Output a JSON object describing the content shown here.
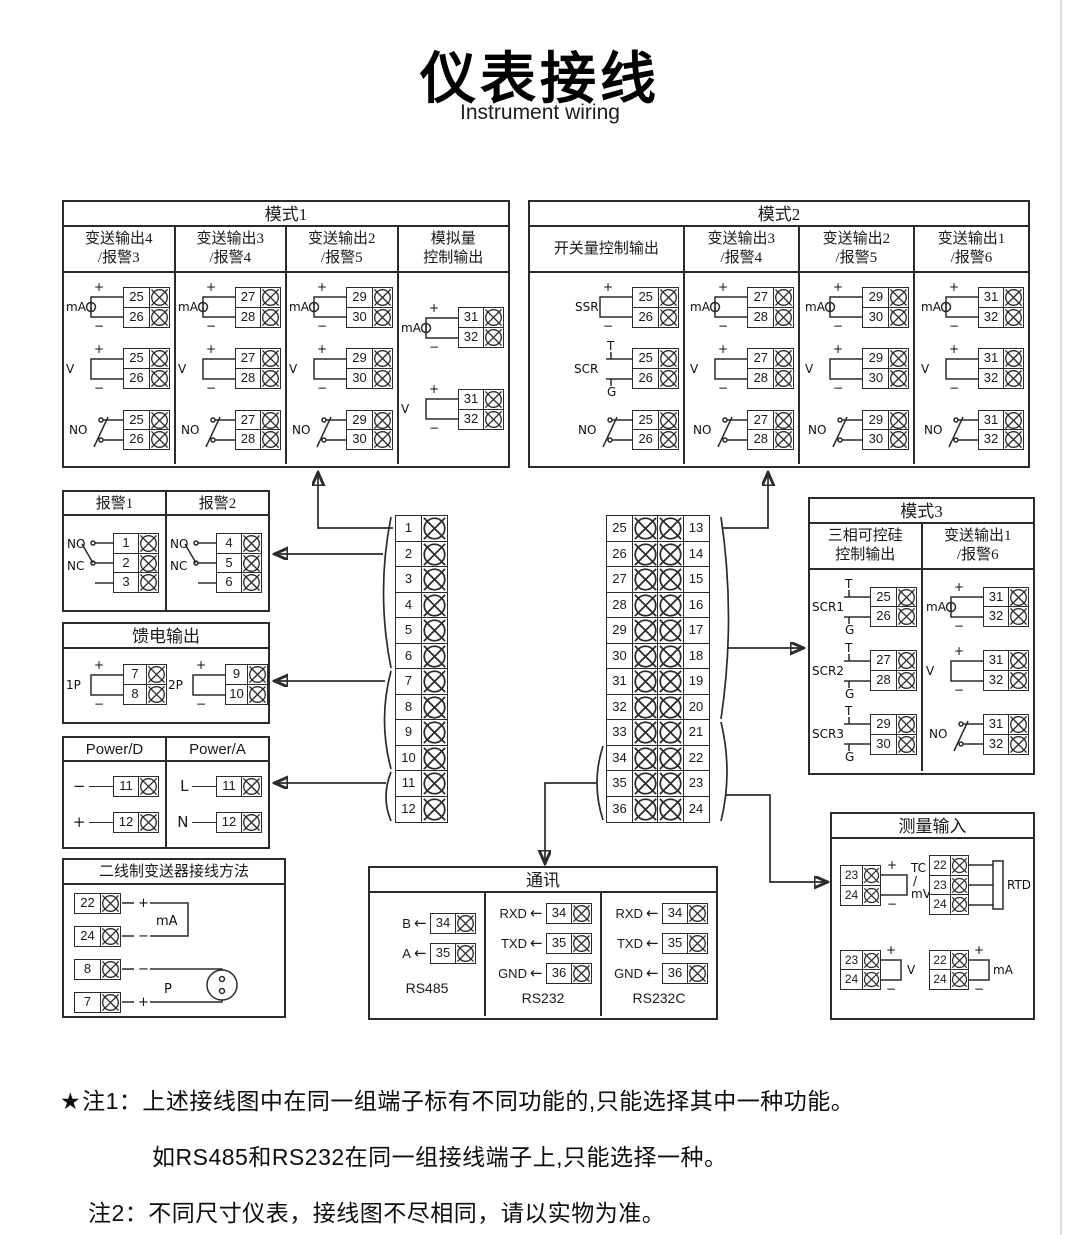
{
  "page": {
    "title": "仪表接线",
    "subtitle": "Instrument wiring"
  },
  "glyphs": {
    "plus": "+",
    "minus": "−",
    "scr_t": "T",
    "scr_g": "G",
    "arrow_left": "←",
    "star": "★"
  },
  "mode1": {
    "title": "模式1",
    "columns": [
      {
        "header": "变送输出4\n/报警3",
        "groups": [
          {
            "type": "mA",
            "label": "mA",
            "terminals": [
              "25",
              "26"
            ]
          },
          {
            "type": "V",
            "label": "V",
            "terminals": [
              "25",
              "26"
            ]
          },
          {
            "type": "NO",
            "label": "NO",
            "terminals": [
              "25",
              "26"
            ]
          }
        ]
      },
      {
        "header": "变送输出3\n/报警4",
        "groups": [
          {
            "type": "mA",
            "label": "mA",
            "terminals": [
              "27",
              "28"
            ]
          },
          {
            "type": "V",
            "label": "V",
            "terminals": [
              "27",
              "28"
            ]
          },
          {
            "type": "NO",
            "label": "NO",
            "terminals": [
              "27",
              "28"
            ]
          }
        ]
      },
      {
        "header": "变送输出2\n/报警5",
        "groups": [
          {
            "type": "mA",
            "label": "mA",
            "terminals": [
              "29",
              "30"
            ]
          },
          {
            "type": "V",
            "label": "V",
            "terminals": [
              "29",
              "30"
            ]
          },
          {
            "type": "NO",
            "label": "NO",
            "terminals": [
              "29",
              "30"
            ]
          }
        ]
      },
      {
        "header": "模拟量\n控制输出",
        "groups": [
          {
            "type": "mA",
            "label": "mA",
            "terminals": [
              "31",
              "32"
            ]
          },
          {
            "type": "V",
            "label": "V",
            "terminals": [
              "31",
              "32"
            ]
          }
        ]
      }
    ]
  },
  "mode2": {
    "title": "模式2",
    "columns": [
      {
        "header": "开关量控制输出",
        "groups": [
          {
            "type": "SSR",
            "label": "SSR",
            "terminals": [
              "25",
              "26"
            ]
          },
          {
            "type": "SCR",
            "label": "SCR",
            "terminals": [
              "25",
              "26"
            ]
          },
          {
            "type": "NO",
            "label": "NO",
            "terminals": [
              "25",
              "26"
            ]
          }
        ]
      },
      {
        "header": "变送输出3\n/报警4",
        "groups": [
          {
            "type": "mA",
            "label": "mA",
            "terminals": [
              "27",
              "28"
            ]
          },
          {
            "type": "V",
            "label": "V",
            "terminals": [
              "27",
              "28"
            ]
          },
          {
            "type": "NO",
            "label": "NO",
            "terminals": [
              "27",
              "28"
            ]
          }
        ]
      },
      {
        "header": "变送输出2\n/报警5",
        "groups": [
          {
            "type": "mA",
            "label": "mA",
            "terminals": [
              "29",
              "30"
            ]
          },
          {
            "type": "V",
            "label": "V",
            "terminals": [
              "29",
              "30"
            ]
          },
          {
            "type": "NO",
            "label": "NO",
            "terminals": [
              "29",
              "30"
            ]
          }
        ]
      },
      {
        "header": "变送输出1\n/报警6",
        "groups": [
          {
            "type": "mA",
            "label": "mA",
            "terminals": [
              "31",
              "32"
            ]
          },
          {
            "type": "V",
            "label": "V",
            "terminals": [
              "31",
              "32"
            ]
          },
          {
            "type": "NO",
            "label": "NO",
            "terminals": [
              "31",
              "32"
            ]
          }
        ]
      }
    ]
  },
  "mode3": {
    "title": "模式3",
    "columns": [
      {
        "header": "三相可控硅\n控制输出",
        "groups": [
          {
            "type": "SCR",
            "label": "SCR1",
            "terminals": [
              "25",
              "26"
            ]
          },
          {
            "type": "SCR",
            "label": "SCR2",
            "terminals": [
              "27",
              "28"
            ]
          },
          {
            "type": "SCR",
            "label": "SCR3",
            "terminals": [
              "29",
              "30"
            ]
          }
        ]
      },
      {
        "header": "变送输出1\n/报警6",
        "groups": [
          {
            "type": "mA",
            "label": "mA",
            "terminals": [
              "31",
              "32"
            ]
          },
          {
            "type": "V",
            "label": "V",
            "terminals": [
              "31",
              "32"
            ]
          },
          {
            "type": "NO",
            "label": "NO",
            "terminals": [
              "31",
              "32"
            ]
          }
        ]
      }
    ]
  },
  "alarms": {
    "columns": [
      {
        "title": "报警1",
        "no": "NO",
        "nc": "NC",
        "terminals": [
          "1",
          "2",
          "3"
        ]
      },
      {
        "title": "报警2",
        "no": "NO",
        "nc": "NC",
        "terminals": [
          "4",
          "5",
          "6"
        ]
      }
    ]
  },
  "feed": {
    "title": "馈电输出",
    "groups": [
      {
        "label": "1P",
        "terminals": [
          "7",
          "8"
        ]
      },
      {
        "label": "2P",
        "terminals": [
          "9",
          "10"
        ]
      }
    ]
  },
  "power": {
    "columns": [
      {
        "title": "Power/D",
        "rows": [
          {
            "lead": "−",
            "terminal": "11"
          },
          {
            "lead": "+",
            "terminal": "12"
          }
        ]
      },
      {
        "title": "Power/A",
        "rows": [
          {
            "lead": "L",
            "terminal": "11"
          },
          {
            "lead": "N",
            "terminal": "12"
          }
        ]
      }
    ]
  },
  "two_wire": {
    "title": "二线制变送器接线方法",
    "terminals": [
      "22",
      "24",
      "8",
      "7"
    ],
    "signs": [
      "+",
      "−",
      "−",
      "+"
    ],
    "loop_labels": [
      "mA",
      "P"
    ]
  },
  "strip_left": {
    "terminals": [
      "1",
      "2",
      "3",
      "4",
      "5",
      "6",
      "7",
      "8",
      "9",
      "10",
      "11",
      "12"
    ]
  },
  "strip_right": {
    "rows": [
      [
        "25",
        "13"
      ],
      [
        "26",
        "14"
      ],
      [
        "27",
        "15"
      ],
      [
        "28",
        "16"
      ],
      [
        "29",
        "17"
      ],
      [
        "30",
        "18"
      ],
      [
        "31",
        "19"
      ],
      [
        "32",
        "20"
      ],
      [
        "33",
        "21"
      ],
      [
        "34",
        "22"
      ],
      [
        "35",
        "23"
      ],
      [
        "36",
        "24"
      ]
    ]
  },
  "comm": {
    "title": "通讯",
    "sections": [
      {
        "name": "RS485",
        "rows": [
          {
            "signal": "B",
            "terminal": "34"
          },
          {
            "signal": "A",
            "terminal": "35"
          }
        ]
      },
      {
        "name": "RS232",
        "rows": [
          {
            "signal": "RXD",
            "terminal": "34"
          },
          {
            "signal": "TXD",
            "terminal": "35"
          },
          {
            "signal": "GND",
            "terminal": "36"
          }
        ]
      },
      {
        "name": "RS232C",
        "rows": [
          {
            "signal": "RXD",
            "terminal": "34"
          },
          {
            "signal": "TXD",
            "terminal": "35"
          },
          {
            "signal": "GND",
            "terminal": "36"
          }
        ]
      }
    ]
  },
  "measure": {
    "title": "测量输入",
    "tc": {
      "rows": [
        {
          "terminal": "23",
          "sign": "+"
        },
        {
          "terminal": "24",
          "sign": "−"
        }
      ],
      "label_lines": [
        "TC",
        "/",
        "mV"
      ]
    },
    "rtd": {
      "terminals": [
        "22",
        "23",
        "24"
      ],
      "label": "RTD"
    },
    "v": {
      "rows": [
        {
          "terminal": "23",
          "sign": "+"
        },
        {
          "terminal": "24",
          "sign": "−"
        }
      ],
      "label": "V"
    },
    "ma": {
      "rows": [
        {
          "terminal": "22",
          "sign": "+"
        },
        {
          "terminal": "24",
          "sign": "−"
        }
      ],
      "label": "mA"
    }
  },
  "notes": [
    {
      "prefix": "★",
      "label": "注1：",
      "text": "上述接线图中在同一组端子标有不同功能的,只能选择其中一种功能。"
    },
    {
      "prefix": "",
      "label": "",
      "text": "如RS485和RS232在同一组接线端子上,只能选择一种。"
    },
    {
      "prefix": "",
      "label": "注2：",
      "text": "不同尺寸仪表，接线图不尽相同，请以实物为准。"
    }
  ]
}
